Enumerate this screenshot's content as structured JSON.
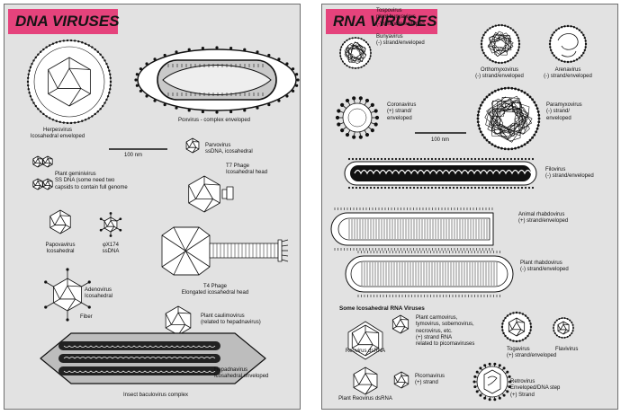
{
  "dna_panel": {
    "title": "DNA VIRUSES",
    "scale_bar": "100 nm",
    "viruses": [
      {
        "key": "herpes",
        "lines": [
          "Herpesvirus",
          "Icosahedral enveloped"
        ]
      },
      {
        "key": "pox",
        "lines": [
          "Poxvirus - complex enveloped"
        ]
      },
      {
        "key": "parvo",
        "lines": [
          "Parvovirus",
          "ssDNA, icosahedral"
        ]
      },
      {
        "key": "gemini",
        "lines": [
          "Plant geminivirus",
          "SS DNA (some need two",
          "capsids to contain full genome"
        ]
      },
      {
        "key": "t7",
        "lines": [
          "T7 Phage",
          "Icosahedral head"
        ]
      },
      {
        "key": "papova",
        "lines": [
          "Papovavirus",
          "Icosahedral"
        ]
      },
      {
        "key": "phix",
        "lines": [
          "φX174",
          "ssDNA"
        ]
      },
      {
        "key": "t4",
        "lines": [
          "T4 Phage",
          "Elongated icosahedral head"
        ]
      },
      {
        "key": "adeno",
        "lines": [
          "Adenovirus",
          "Icosahedral"
        ]
      },
      {
        "key": "fiber",
        "lines": [
          "Fiber"
        ]
      },
      {
        "key": "caulimo",
        "lines": [
          "Plant caulimovirus",
          "(related to hepadnavirus)"
        ]
      },
      {
        "key": "hepadna",
        "lines": [
          "Hepadnavirus",
          "Icosahedral enveloped"
        ]
      },
      {
        "key": "baculo",
        "lines": [
          "Insect baculovirus complex"
        ]
      }
    ]
  },
  "rna_panel": {
    "title": "RNA VIRUSES",
    "scale_bar": "100 nm",
    "section_heading": "Some Icosahedral RNA Viruses",
    "viruses": [
      {
        "key": "bunya",
        "lines": [
          "Tospovirus",
          "plant bunyavirus",
          "(-) strand/enveloped",
          "",
          "Bunyavirus",
          "(-) strand/enveloped"
        ]
      },
      {
        "key": "orthomyxo",
        "lines": [
          "Orthomyxovirus",
          "(-) strand/enveloped"
        ]
      },
      {
        "key": "arena",
        "lines": [
          "Arenavirus",
          "(-) strand/enveloped"
        ]
      },
      {
        "key": "corona",
        "lines": [
          "Coronavirus",
          "(+) strand/",
          "enveloped"
        ]
      },
      {
        "key": "paramyxo",
        "lines": [
          "Paramyxovirus",
          "(-) strand/",
          "enveloped"
        ]
      },
      {
        "key": "filo",
        "lines": [
          "Filovirus",
          "(-) strand/enveloped"
        ]
      },
      {
        "key": "animal_rhabdo",
        "lines": [
          "Animal rhabdovirus",
          "(+) strand/enveloped"
        ]
      },
      {
        "key": "plant_rhabdo",
        "lines": [
          "Plant rhabdovirus",
          "(-) strand/enveloped"
        ]
      },
      {
        "key": "plant_carmo",
        "lines": [
          "Plant carmovirus,",
          "tymovirus, sobemovirus,",
          "necrovirus, etc.",
          "(+) strand RNA",
          "related to picornaviruses"
        ]
      },
      {
        "key": "reo",
        "lines": [
          "Reovirus dsRNA"
        ]
      },
      {
        "key": "toga",
        "lines": [
          "Togavirus",
          "(+) strand/enveloped"
        ]
      },
      {
        "key": "flavi",
        "lines": [
          "Flavivirus"
        ]
      },
      {
        "key": "picorna",
        "lines": [
          "Picornavirus",
          "(+) strand"
        ]
      },
      {
        "key": "retro",
        "lines": [
          "Retrovirus",
          "Enveloped/DNA step",
          "(+) Strand"
        ]
      },
      {
        "key": "plant_reo",
        "lines": [
          "Plant Reovirus dsRNA"
        ]
      }
    ]
  }
}
